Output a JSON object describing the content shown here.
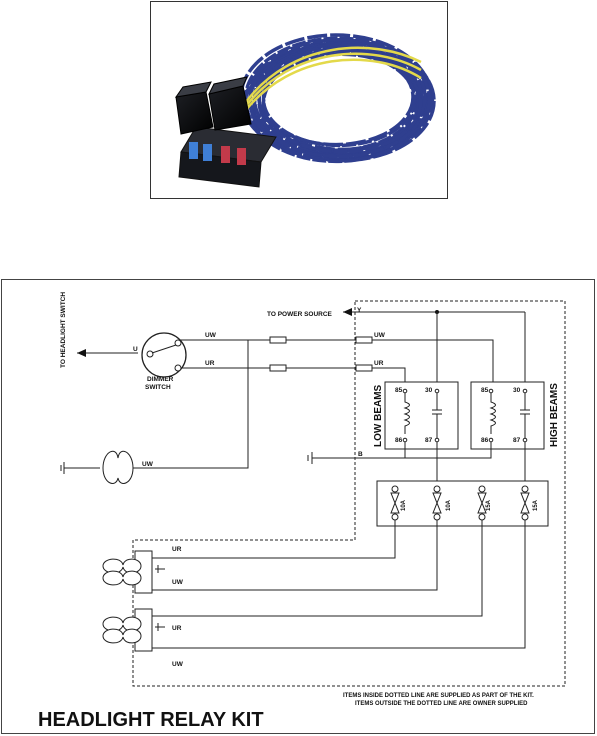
{
  "photo": {
    "subject": "headlight relay kit wiring harness",
    "colors": {
      "wire_blue": "#2f3f8f",
      "wire_yellow": "#e3d94a",
      "relay_black": "#1d1f24",
      "fuse_blue": "#3f7fd6",
      "fuse_red": "#c23a4a"
    }
  },
  "labels": {
    "to_power_source": "TO POWER SOURCE",
    "y": "Y",
    "uw": "UW",
    "ur": "UR",
    "u": "U",
    "b": "B",
    "to_headlight_switch": "TO HEADLIGHT SWITCH",
    "dimmer_line1": "DIMMER",
    "dimmer_line2": "SWITCH",
    "low_beams": "LOW BEAMS",
    "high_beams": "HIGH BEAMS",
    "pin85": "85",
    "pin86": "86",
    "pin30": "30",
    "pin87": "87",
    "fuse_10a": "10A",
    "fuse_15a": "15A",
    "note_line1": "ITEMS INSIDE DOTTED LINE ARE SUPPLIED AS PART OF THE KIT.",
    "note_line2": "ITEMS OUTSIDE THE DOTTED LINE ARE OWNER SUPPLIED",
    "title": "HEADLIGHT RELAY KIT"
  }
}
